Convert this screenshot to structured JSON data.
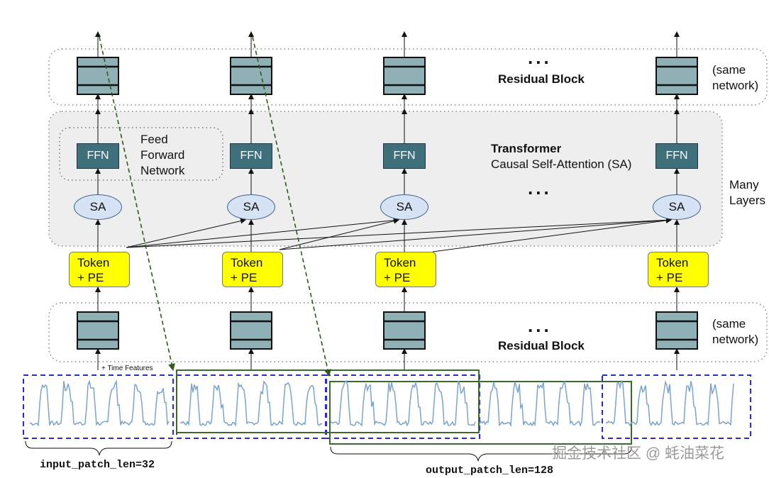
{
  "diagram": {
    "top_block_label": "Residual Block",
    "bottom_block_label": "Residual Block",
    "same_network_line1": "(same",
    "same_network_line2": "network)",
    "ffn_label": "FFN",
    "sa_label": "SA",
    "token_line1": "Token",
    "token_line2": "+ PE",
    "feed_forward_line1": "Feed",
    "feed_forward_line2": "Forward",
    "feed_forward_line3": "Network",
    "transformer_title": "Transformer",
    "transformer_subtitle": "Causal Self-Attention (SA)",
    "many_layers_line1": "Many",
    "many_layers_line2": "Layers",
    "ellipsis": "...",
    "time_features": "+ Time Features",
    "input_patch_len": "input_patch_len=32",
    "output_patch_len": "output_patch_len=128",
    "watermark": "掘金技术社区 @ 蚝油菜花"
  },
  "colors": {
    "ffn_fill": "#3f6f7a",
    "residual_fill": "#8fb0b5",
    "sa_fill": "#d5e3f5",
    "token_fill": "#ffff00",
    "input_patch_border": "#2b2bcf",
    "output_patch_border": "#3a6b2a",
    "series_line": "#7ba3cc",
    "transformer_bg": "#eeeeee"
  }
}
